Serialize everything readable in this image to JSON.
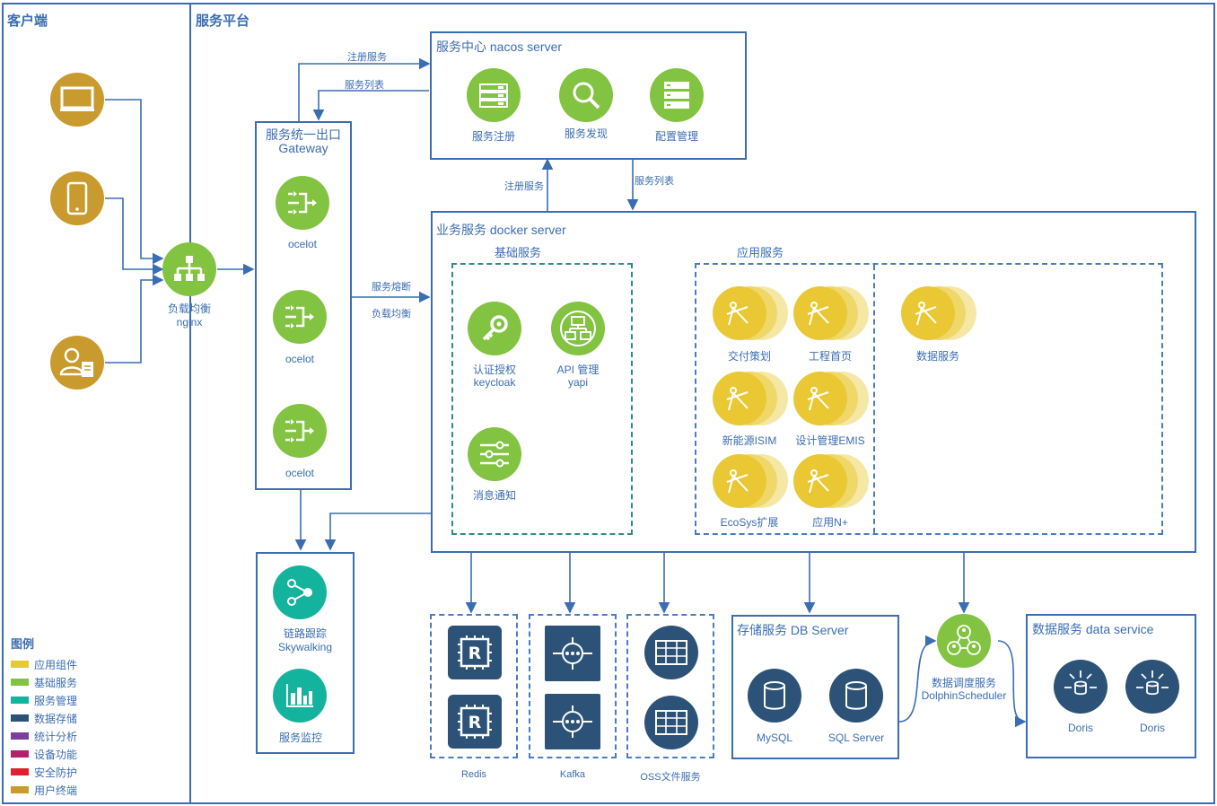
{
  "client": {
    "title": "客户端"
  },
  "platform": {
    "title": "服务平台"
  },
  "nginx": {
    "label1": "负载均衡",
    "label2": "nginx"
  },
  "gateway": {
    "title1": "服务统一出口",
    "title2": "Gateway",
    "items": [
      "ocelot",
      "ocelot",
      "ocelot"
    ]
  },
  "nacos": {
    "title": "服务中心 nacos server",
    "items": [
      "服务注册",
      "服务发现",
      "配置管理"
    ]
  },
  "arrows": {
    "register_top": "注册服务",
    "list_top": "服务列表",
    "register_mid": "注册服务",
    "list_mid": "服务列表",
    "breaker": "服务熔断",
    "balance": "负载均衡"
  },
  "docker": {
    "title": "业务服务 docker server",
    "basic_title": "基础服务",
    "app_title": "应用服务",
    "basic": [
      {
        "l1": "认证授权",
        "l2": "keycloak"
      },
      {
        "l1": "API 管理",
        "l2": "yapi"
      },
      {
        "l1": "消息通知",
        "l2": ""
      }
    ],
    "apps": [
      "交付策划",
      "工程首页",
      "新能源ISIM",
      "设计管理EMIS",
      "EcoSys扩展",
      "应用N+"
    ],
    "data_app": "数据服务"
  },
  "monitor": {
    "trace1": "链路跟踪",
    "trace2": "Skywalking",
    "monitor": "服务监控"
  },
  "infra": {
    "redis": "Redis",
    "kafka": "Kafka",
    "oss": "OSS文件服务"
  },
  "db": {
    "title": "存储服务 DB Server",
    "items": [
      "MySQL",
      "SQL Server"
    ]
  },
  "scheduler": {
    "l1": "数据调度服务",
    "l2": "DolphinScheduler"
  },
  "data_service": {
    "title": "数据服务 data service",
    "items": [
      "Doris",
      "Doris"
    ]
  },
  "legend": {
    "title": "图例",
    "items": [
      {
        "label": "应用组件",
        "color": "#e9c834"
      },
      {
        "label": "基础服务",
        "color": "#82c341"
      },
      {
        "label": "服务管理",
        "color": "#14b39d"
      },
      {
        "label": "数据存储",
        "color": "#2c5278"
      },
      {
        "label": "统计分析",
        "color": "#7a3e9d"
      },
      {
        "label": "设备功能",
        "color": "#b5216b"
      },
      {
        "label": "安全防护",
        "color": "#e0202e"
      },
      {
        "label": "用户终端",
        "color": "#c99a2e"
      }
    ]
  }
}
